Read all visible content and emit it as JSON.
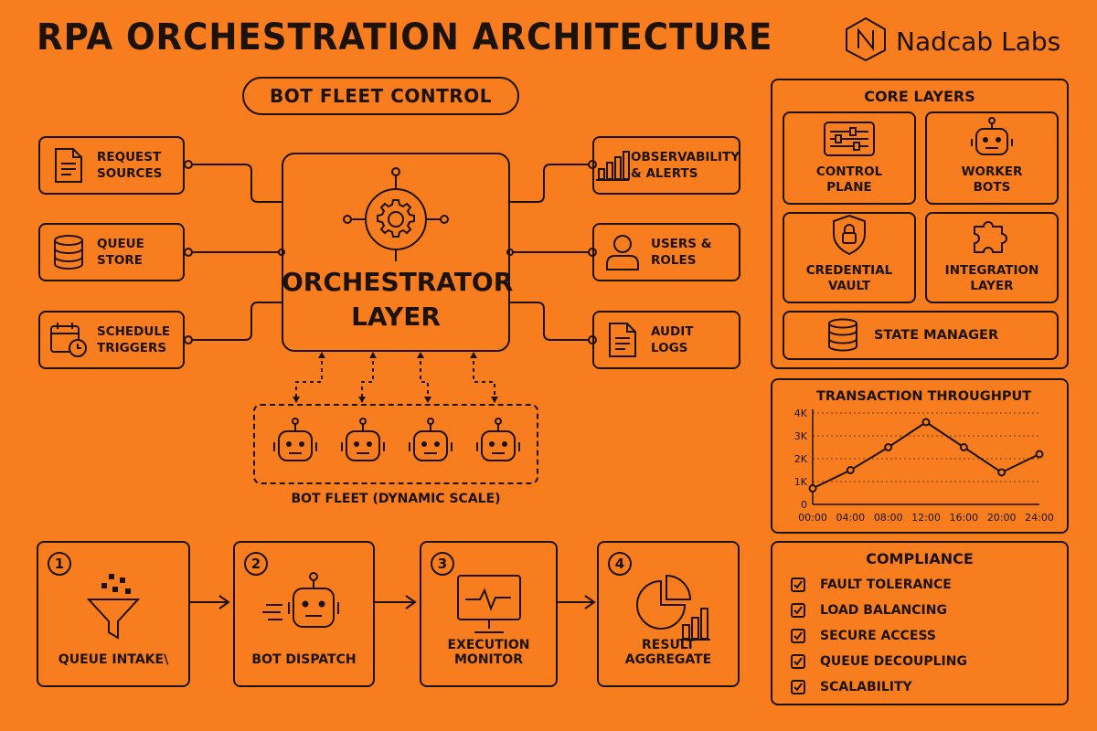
{
  "header": {
    "title": "RPA ORCHESTRATION ARCHITECTURE",
    "brand_name": "Nadcab Labs",
    "subtitle_pill": "BOT FLEET CONTROL"
  },
  "left_nodes": [
    {
      "label": "REQUEST\nSOURCES",
      "icon": "document-icon"
    },
    {
      "label": "QUEUE\nSTORE",
      "icon": "database-icon"
    },
    {
      "label": "SCHEDULE\nTRIGGERS",
      "icon": "calendar-clock-icon"
    }
  ],
  "right_nodes": [
    {
      "label": "OBSERVABILITY\n& ALERTS",
      "icon": "bar-chart-icon"
    },
    {
      "label": "USERS &\nROLES",
      "icon": "user-icon"
    },
    {
      "label": "AUDIT\nLOGS",
      "icon": "document-icon"
    }
  ],
  "orchestrator": {
    "label": "ORCHESTRATOR\nLAYER",
    "icon": "gear-icon"
  },
  "bot_fleet": {
    "label": "BOT FLEET (DYNAMIC SCALE)",
    "bot_count": 4
  },
  "steps": [
    {
      "number": "1",
      "label": "QUEUE INTAKE\\",
      "icon": "funnel-icon"
    },
    {
      "number": "2",
      "label": "BOT DISPATCH",
      "icon": "robot-icon"
    },
    {
      "number": "3",
      "label": "EXECUTION MONITOR",
      "icon": "monitor-icon"
    },
    {
      "number": "4",
      "label": "RESULT AGGREGATE",
      "icon": "pie-chart-icon"
    }
  ],
  "core_layers": {
    "title": "CORE LAYERS",
    "items": [
      {
        "label": "CONTROL\nPLANE",
        "icon": "sliders-icon"
      },
      {
        "label": "WORKER\nBOTS",
        "icon": "robot-icon"
      },
      {
        "label": "CREDENTIAL\nVAULT",
        "icon": "shield-lock-icon"
      },
      {
        "label": "INTEGRATION\nLAYER",
        "icon": "puzzle-icon"
      }
    ],
    "state_manager": {
      "label": "STATE MANAGER",
      "icon": "database-icon"
    }
  },
  "chart_data": {
    "type": "line",
    "title": "TRANSACTION THROUGHPUT",
    "x": [
      "00:00",
      "04:00",
      "08:00",
      "12:00",
      "16:00",
      "20:00",
      "24:00"
    ],
    "series": [
      {
        "values": [
          700,
          1500,
          2500,
          3600,
          2500,
          1400,
          2200
        ]
      }
    ],
    "y_ticks": [
      "0",
      "1K",
      "2K",
      "3K",
      "4K"
    ],
    "ylim": [
      0,
      4000
    ],
    "grid": true
  },
  "compliance": {
    "title": "COMPLIANCE",
    "items": [
      "FAULT TOLERANCE",
      "LOAD BALANCING",
      "SECURE ACCESS",
      "QUEUE DECOUPLING",
      "SCALABILITY"
    ]
  }
}
